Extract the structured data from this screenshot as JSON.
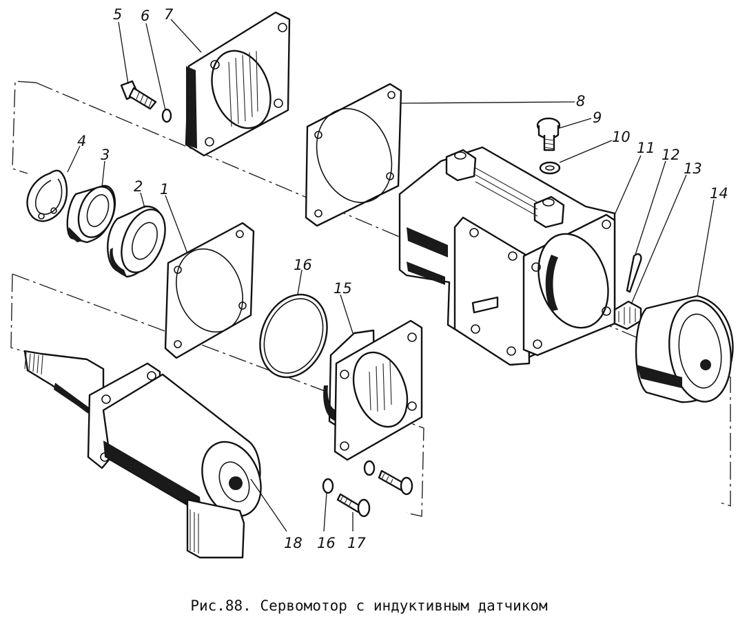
{
  "figure": {
    "caption": "Рис.88. Сервомотор с индуктивным датчиком",
    "callouts": [
      "5",
      "6",
      "7",
      "8",
      "9",
      "10",
      "11",
      "12",
      "13",
      "14",
      "4",
      "3",
      "2",
      "1",
      "16",
      "15",
      "18",
      "16",
      "17"
    ]
  }
}
